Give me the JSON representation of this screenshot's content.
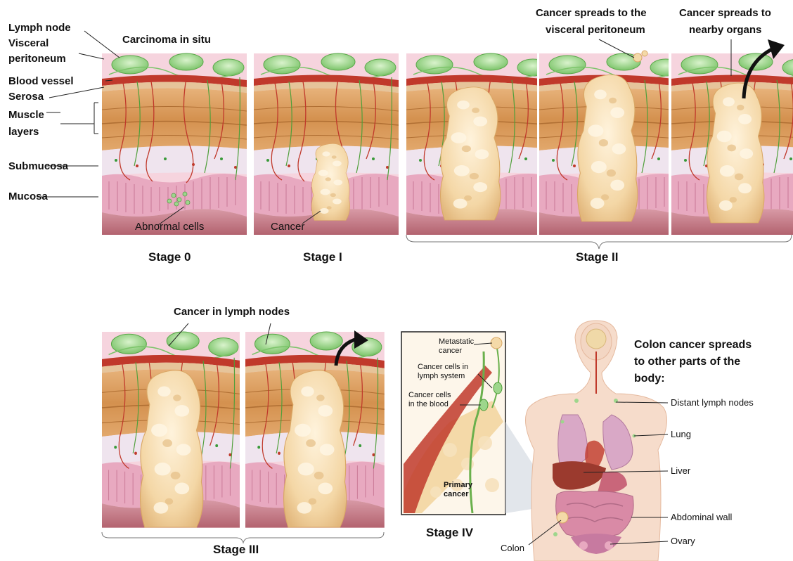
{
  "layer_labels": [
    "Lymph node",
    "Visceral",
    "peritoneum",
    "Blood vessel",
    "Serosa",
    "Muscle",
    "layers",
    "Submucosa",
    "Mucosa"
  ],
  "carcinoma_label": "Carcinoma in situ",
  "panel_labels": {
    "abnormal": "Abnormal cells",
    "cancer": "Cancer"
  },
  "top_annotations": {
    "visceral_1": "Cancer spreads to the",
    "visceral_2": "visceral peritoneum",
    "organs_1": "Cancer spreads to",
    "organs_2": "nearby organs"
  },
  "lymph_label": "Cancer in lymph nodes",
  "stages": [
    "Stage 0",
    "Stage I",
    "Stage II",
    "Stage III",
    "Stage IV"
  ],
  "inset_labels": {
    "metastatic_1": "Metastatic",
    "metastatic_2": "cancer",
    "lymph_sys_1": "Cancer cells in",
    "lymph_sys_2": "lymph system",
    "blood_1": "Cancer cells",
    "blood_2": "in the blood",
    "primary_1": "Primary",
    "primary_2": "cancer"
  },
  "spread_title": [
    "Colon cancer spreads",
    "to other parts of the",
    "body:"
  ],
  "body_labels": [
    "Distant lymph nodes",
    "Lung",
    "Liver",
    "Abdominal wall",
    "Ovary"
  ],
  "colon_label": "Colon",
  "colors": {
    "peritoneum": "#f5c9d6",
    "lymph": "#9ed68c",
    "vessel": "#c0392b",
    "serosa": "#e6c49a",
    "muscle": "#d99a5c",
    "submucosa": "#efe4ee",
    "mucosa": "#e8a9c0",
    "lumen": "#c97d8a",
    "tumor": "#f4d9a8"
  }
}
